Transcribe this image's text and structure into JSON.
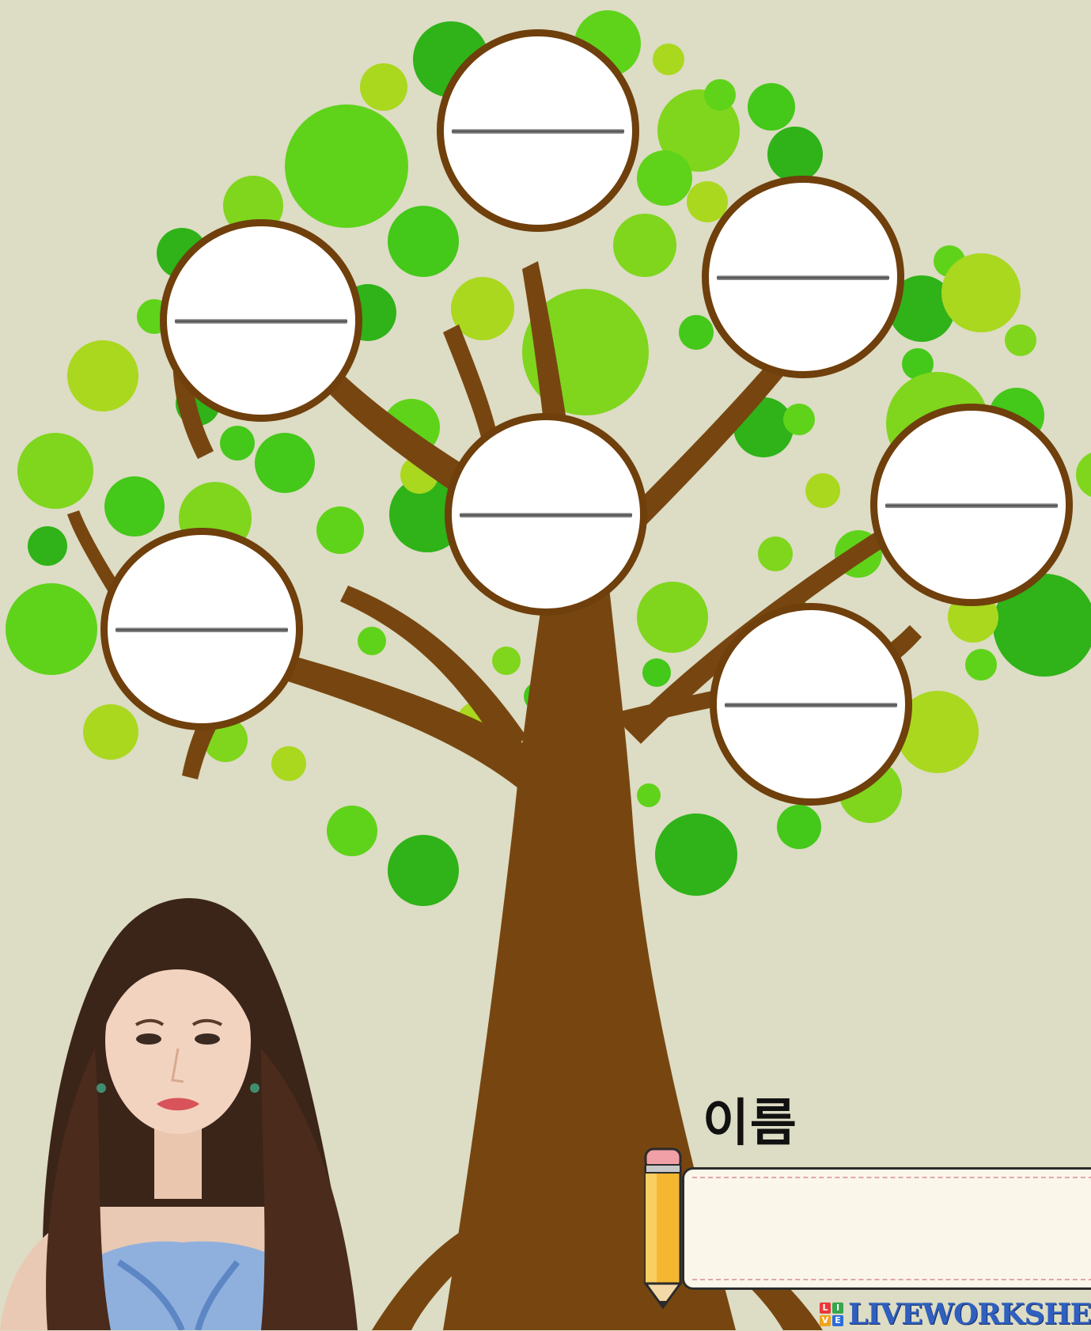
{
  "worksheet": {
    "name_label": "이름",
    "name_value": "",
    "brand": "LIVEWORKSHE",
    "brand_badge": [
      "L",
      "I",
      "V",
      "E"
    ]
  },
  "tree": {
    "member_slots": [
      {
        "label": "top",
        "value": ""
      },
      {
        "label": "upper-left",
        "value": ""
      },
      {
        "label": "upper-right",
        "value": ""
      },
      {
        "label": "center",
        "value": ""
      },
      {
        "label": "right",
        "value": ""
      },
      {
        "label": "left",
        "value": ""
      },
      {
        "label": "lower-right",
        "value": ""
      }
    ]
  },
  "colors": {
    "background": "#dddcc4",
    "trunk": "#774610",
    "node_border": "#6f3f0c",
    "leaf_dark": "#2fb318",
    "leaf_mid": "#5fd31a",
    "leaf_light": "#a9d81f",
    "brand_blue": "#2f5fbf"
  }
}
